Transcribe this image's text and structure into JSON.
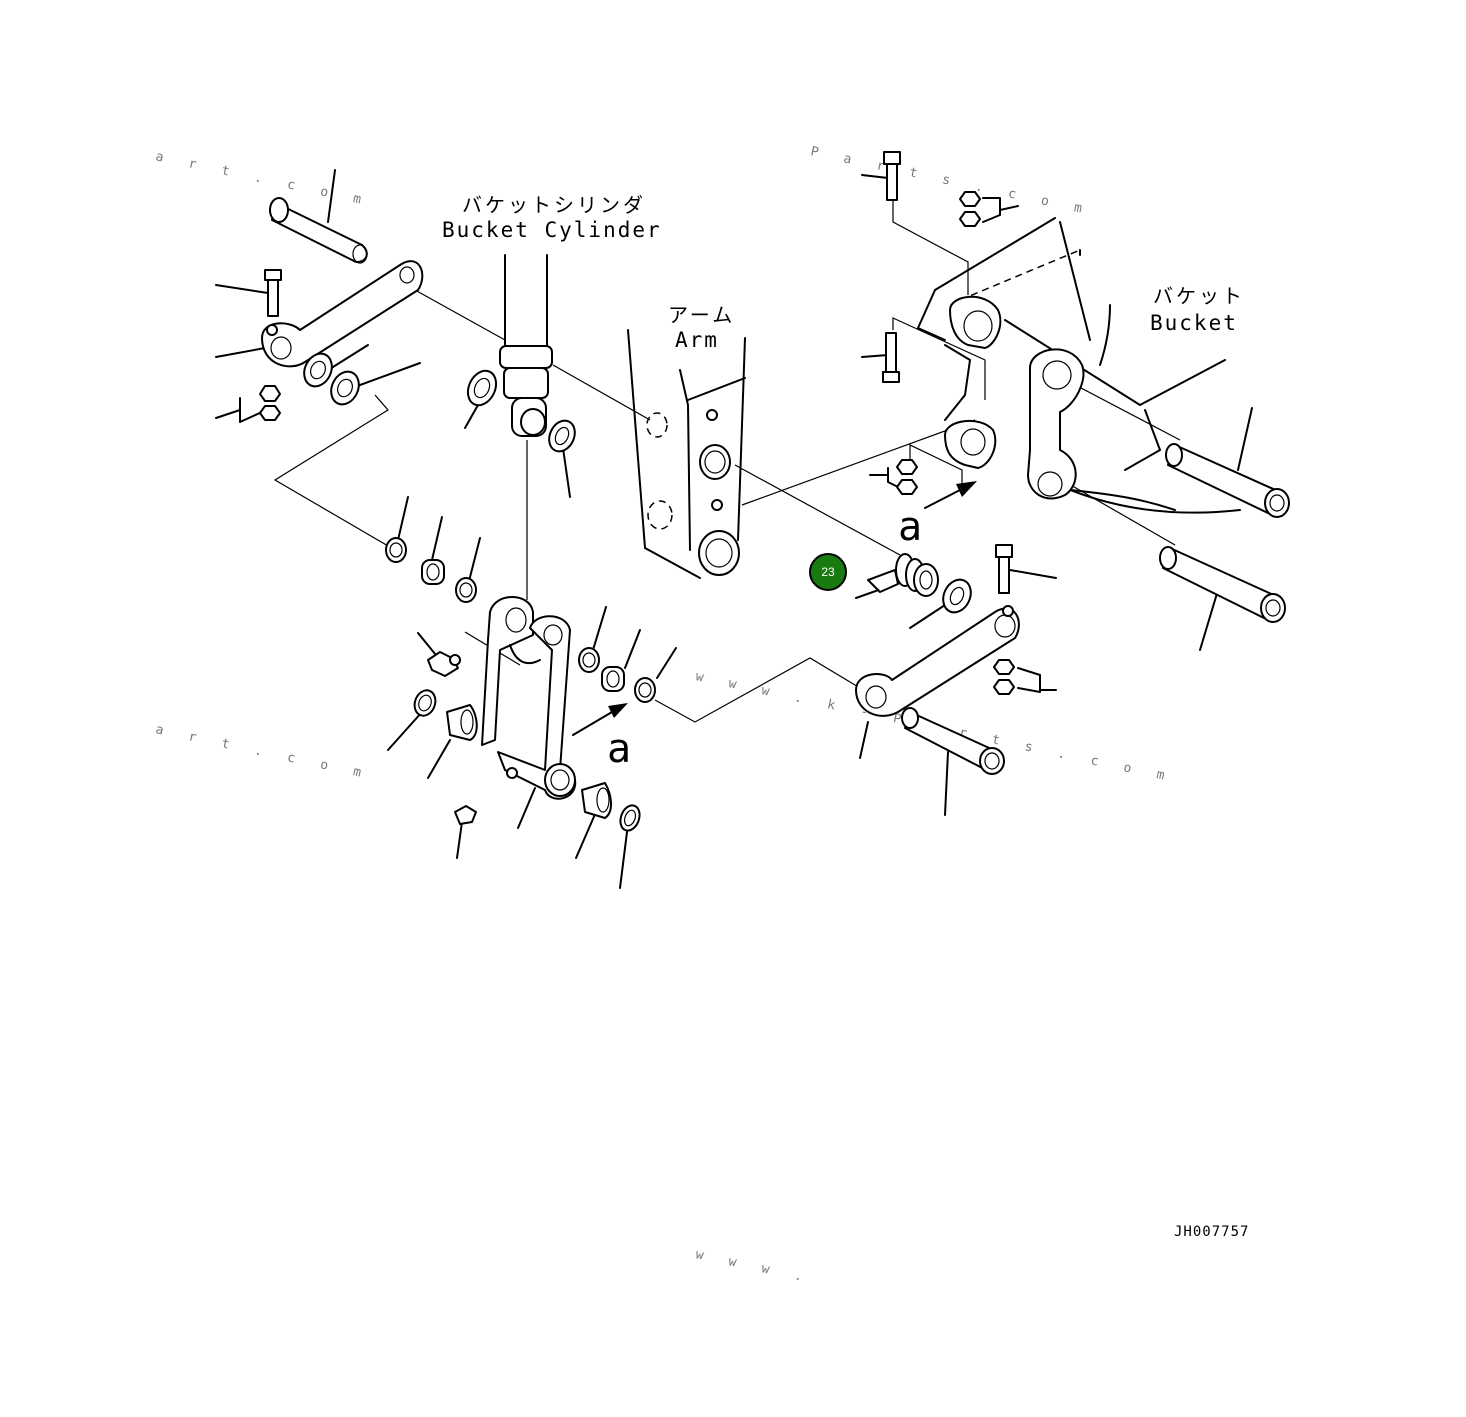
{
  "labels": {
    "bucket_cylinder_jp": "バケットシリンダ",
    "bucket_cylinder_en": "Bucket Cylinder",
    "arm_jp": "アーム",
    "arm_en": "Arm",
    "bucket_jp": "バケット",
    "bucket_en": "Bucket"
  },
  "view_refs": {
    "ref_left": "a",
    "ref_right": "a"
  },
  "callout": {
    "number": "23",
    "color": "#1a7a12"
  },
  "drawing_code": "JH007757"
}
